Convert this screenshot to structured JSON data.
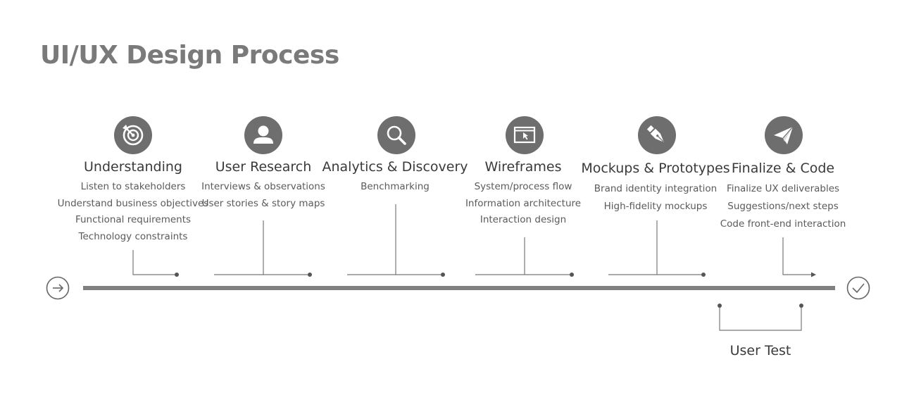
{
  "title": "UI/UX Design Process",
  "colors": {
    "icon_bg": "#6e6e6e",
    "line": "#777777",
    "timeline": "#808080",
    "title": "#7a7a7a",
    "text": "#5a5a5a"
  },
  "start_icon": "arrow-right-circle-icon",
  "end_icon": "check-circle-icon",
  "steps": [
    {
      "icon": "target-icon",
      "title": "Understanding",
      "items": [
        "Listen to stakeholders",
        "Understand business objectives",
        "Functional requirements",
        "Technology constraints"
      ]
    },
    {
      "icon": "user-icon",
      "title": "User Research",
      "items": [
        "Interviews & observations",
        "User stories & story maps"
      ]
    },
    {
      "icon": "magnifier-icon",
      "title": "Analytics & Discovery",
      "items": [
        "Benchmarking"
      ]
    },
    {
      "icon": "browser-window-icon",
      "title": "Wireframes",
      "items": [
        "System/process flow",
        "Information architecture",
        "Interaction design"
      ]
    },
    {
      "icon": "pen-nib-icon",
      "title": "Mockups & Prototypes",
      "items": [
        "Brand identity integration",
        "High-fidelity mockups"
      ]
    },
    {
      "icon": "paper-plane-icon",
      "title": "Finalize & Code",
      "items": [
        "Finalize UX deliverables",
        "Suggestions/next steps",
        "Code front-end interaction"
      ]
    }
  ],
  "user_test": "User Test"
}
